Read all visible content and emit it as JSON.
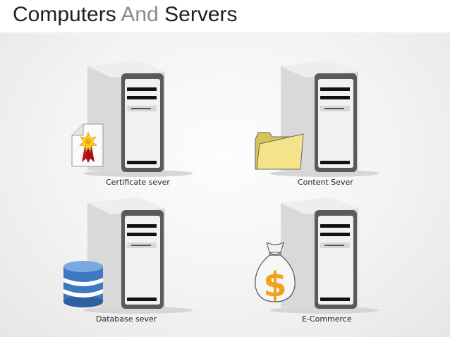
{
  "title": {
    "primary": "Computers",
    "accent": "And",
    "secondary": "Servers"
  },
  "colors": {
    "title_text": "#1f1f1f",
    "title_accent": "#8a8a8a",
    "folder": "#f4e38a",
    "database": "#3f78c0",
    "money_symbol": "#f0a21c",
    "ribbon": "#c0141c"
  },
  "servers": [
    {
      "label": "Certificate sever",
      "icon": "certificate-icon"
    },
    {
      "label": "Content Sever",
      "icon": "folder-icon"
    },
    {
      "label": "Database sever",
      "icon": "database-icon"
    },
    {
      "label": "E-Commerce",
      "icon": "money-bag-icon"
    }
  ]
}
